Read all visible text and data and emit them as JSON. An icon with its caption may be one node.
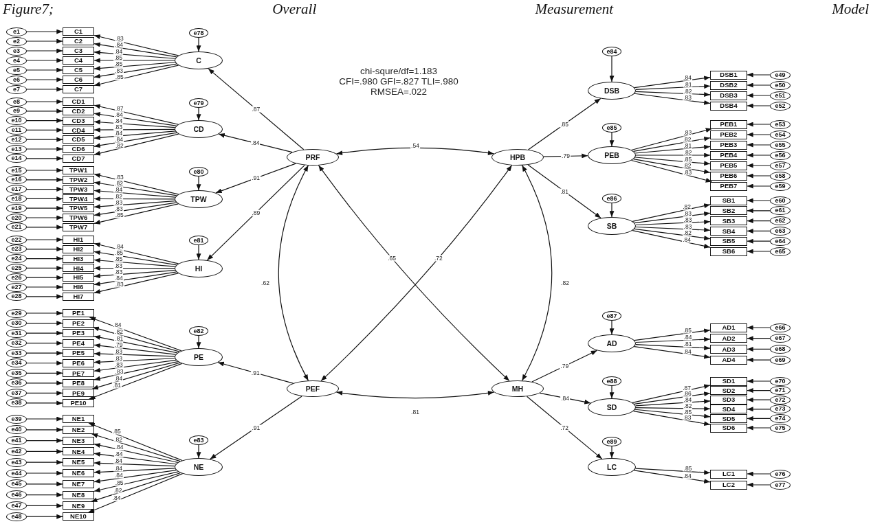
{
  "diagram": {
    "title": "Figure7; Overall Measurement Model",
    "nodes": [
      {
        "text": [
          "e1"
        ]
      },
      {
        "text": [
          "C1"
        ]
      },
      {
        "text": [
          "e2"
        ]
      },
      {
        "text": [
          "C2"
        ]
      },
      {
        "text": [
          "e3"
        ]
      },
      {
        "text": [
          "C3"
        ]
      },
      {
        "text": [
          "e4"
        ]
      },
      {
        "text": [
          "C4"
        ]
      },
      {
        "text": [
          "e5"
        ]
      },
      {
        "text": [
          "C5"
        ]
      },
      {
        "text": [
          "e6"
        ]
      },
      {
        "text": [
          "C6"
        ]
      },
      {
        "text": [
          "e7"
        ]
      },
      {
        "text": [
          "C7"
        ]
      },
      {
        "text": [
          "e8"
        ]
      },
      {
        "text": [
          "CD1"
        ]
      },
      {
        "text": [
          "e9"
        ]
      },
      {
        "text": [
          "CD2"
        ]
      },
      {
        "text": [
          "e10"
        ]
      },
      {
        "text": [
          "CD3"
        ]
      },
      {
        "text": [
          "e11"
        ]
      },
      {
        "text": [
          "CD4"
        ]
      },
      {
        "text": [
          "e12"
        ]
      },
      {
        "text": [
          "CD5"
        ]
      },
      {
        "text": [
          "e13"
        ]
      },
      {
        "text": [
          "CD6"
        ]
      },
      {
        "text": [
          "e14"
        ]
      },
      {
        "text": [
          "CD7"
        ]
      },
      {
        "text": [
          "e15"
        ]
      },
      {
        "text": [
          "TPW1"
        ]
      },
      {
        "text": [
          "e16"
        ]
      },
      {
        "text": [
          "TPW2"
        ]
      },
      {
        "text": [
          "e17"
        ]
      },
      {
        "text": [
          "TPW3"
        ]
      },
      {
        "text": [
          "e18"
        ]
      },
      {
        "text": [
          "TPW4"
        ]
      },
      {
        "text": [
          "e19"
        ]
      },
      {
        "text": [
          "TPW5"
        ]
      },
      {
        "text": [
          "e20"
        ]
      },
      {
        "text": [
          "TPW6"
        ]
      },
      {
        "text": [
          "e21"
        ]
      },
      {
        "text": [
          "TPW7"
        ]
      },
      {
        "text": [
          "e22"
        ]
      },
      {
        "text": [
          "HI1"
        ]
      },
      {
        "text": [
          "e23"
        ]
      },
      {
        "text": [
          "HI2"
        ]
      },
      {
        "text": [
          "e24"
        ]
      },
      {
        "text": [
          "HI3"
        ]
      },
      {
        "text": [
          "e25"
        ]
      },
      {
        "text": [
          "HI4"
        ]
      },
      {
        "text": [
          "e26"
        ]
      },
      {
        "text": [
          "HI5"
        ]
      },
      {
        "text": [
          "e27"
        ]
      },
      {
        "text": [
          "HI6"
        ]
      },
      {
        "text": [
          "e28"
        ]
      },
      {
        "text": [
          "HI7"
        ]
      },
      {
        "text": [
          "e29"
        ]
      },
      {
        "text": [
          "PE1"
        ]
      },
      {
        "text": [
          "e30"
        ]
      },
      {
        "text": [
          "PE2"
        ]
      },
      {
        "text": [
          "e31"
        ]
      },
      {
        "text": [
          "PE3"
        ]
      },
      {
        "text": [
          "e32"
        ]
      },
      {
        "text": [
          "PE4"
        ]
      },
      {
        "text": [
          "e33"
        ]
      },
      {
        "text": [
          "PE5"
        ]
      },
      {
        "text": [
          "e34"
        ]
      },
      {
        "text": [
          "PE6"
        ]
      },
      {
        "text": [
          "e35"
        ]
      },
      {
        "text": [
          "PE7"
        ]
      },
      {
        "text": [
          "e36"
        ]
      },
      {
        "text": [
          "PE8"
        ]
      },
      {
        "text": [
          "e37"
        ]
      },
      {
        "text": [
          "PE9"
        ]
      },
      {
        "text": [
          "e38"
        ]
      },
      {
        "text": [
          "PE10"
        ]
      },
      {
        "text": [
          "e39"
        ]
      },
      {
        "text": [
          "NE1"
        ]
      },
      {
        "text": [
          "e40"
        ]
      },
      {
        "text": [
          "NE2"
        ]
      },
      {
        "text": [
          "e41"
        ]
      },
      {
        "text": [
          "NE3"
        ]
      },
      {
        "text": [
          "e42"
        ]
      },
      {
        "text": [
          "NE4"
        ]
      },
      {
        "text": [
          "e43"
        ]
      },
      {
        "text": [
          "NE5"
        ]
      },
      {
        "text": [
          "e44"
        ]
      },
      {
        "text": [
          "NE6"
        ]
      },
      {
        "text": [
          "e45"
        ]
      },
      {
        "text": [
          "NE7"
        ]
      },
      {
        "text": [
          "e46"
        ]
      },
      {
        "text": [
          "NE8"
        ]
      },
      {
        "text": [
          "e47"
        ]
      },
      {
        "text": [
          "NE9"
        ]
      },
      {
        "text": [
          "e48"
        ]
      },
      {
        "text": [
          "NE10"
        ]
      },
      {
        "text": [
          "e78"
        ]
      },
      {
        "text": [
          "C"
        ]
      },
      {
        "text": [
          "e79"
        ]
      },
      {
        "text": [
          "CD"
        ]
      },
      {
        "text": [
          "e80"
        ]
      },
      {
        "text": [
          "TPW"
        ]
      },
      {
        "text": [
          "e81"
        ]
      },
      {
        "text": [
          "HI"
        ]
      },
      {
        "text": [
          "e82"
        ]
      },
      {
        "text": [
          "PE"
        ]
      },
      {
        "text": [
          "e83"
        ]
      },
      {
        "text": [
          "NE"
        ]
      },
      {
        "text": [
          "PRF"
        ]
      },
      {
        "text": [
          "HPB"
        ]
      },
      {
        "text": [
          "PEF"
        ]
      },
      {
        "text": [
          "MH"
        ]
      },
      {
        "text": [
          "e84"
        ]
      },
      {
        "text": [
          "DSB"
        ]
      },
      {
        "text": [
          "e85"
        ]
      },
      {
        "text": [
          "PEB"
        ]
      },
      {
        "text": [
          "e86"
        ]
      },
      {
        "text": [
          "SB"
        ]
      },
      {
        "text": [
          "e87"
        ]
      },
      {
        "text": [
          "AD"
        ]
      },
      {
        "text": [
          "e88"
        ]
      },
      {
        "text": [
          "SD"
        ]
      },
      {
        "text": [
          "e89"
        ]
      },
      {
        "text": [
          "LC"
        ]
      },
      {
        "text": [
          "DSB1"
        ]
      },
      {
        "text": [
          "e49"
        ]
      },
      {
        "text": [
          "DSB2"
        ]
      },
      {
        "text": [
          "e50"
        ]
      },
      {
        "text": [
          "DSB3"
        ]
      },
      {
        "text": [
          "e51"
        ]
      },
      {
        "text": [
          "DSB4"
        ]
      },
      {
        "text": [
          "e52"
        ]
      },
      {
        "text": [
          "PEB1"
        ]
      },
      {
        "text": [
          "e53"
        ]
      },
      {
        "text": [
          "PEB2"
        ]
      },
      {
        "text": [
          "e54"
        ]
      },
      {
        "text": [
          "PEB3"
        ]
      },
      {
        "text": [
          "e55"
        ]
      },
      {
        "text": [
          "PEB4"
        ]
      },
      {
        "text": [
          "e56"
        ]
      },
      {
        "text": [
          "PEB5"
        ]
      },
      {
        "text": [
          "e57"
        ]
      },
      {
        "text": [
          "PEB6"
        ]
      },
      {
        "text": [
          "e58"
        ]
      },
      {
        "text": [
          "PEB7"
        ]
      },
      {
        "text": [
          "e59"
        ]
      },
      {
        "text": [
          "SB1"
        ]
      },
      {
        "text": [
          "e60"
        ]
      },
      {
        "text": [
          "SB2"
        ]
      },
      {
        "text": [
          "e61"
        ]
      },
      {
        "text": [
          "SB3"
        ]
      },
      {
        "text": [
          "e62"
        ]
      },
      {
        "text": [
          "SB4"
        ]
      },
      {
        "text": [
          "e63"
        ]
      },
      {
        "text": [
          "SB5"
        ]
      },
      {
        "text": [
          "e64"
        ]
      },
      {
        "text": [
          "SB6"
        ]
      },
      {
        "text": [
          "e65"
        ]
      },
      {
        "text": [
          "AD1"
        ]
      },
      {
        "text": [
          "e66"
        ]
      },
      {
        "text": [
          "AD2"
        ]
      },
      {
        "text": [
          "e67"
        ]
      },
      {
        "text": [
          "AD3"
        ]
      },
      {
        "text": [
          "e68"
        ]
      },
      {
        "text": [
          "AD4"
        ]
      },
      {
        "text": [
          "e69"
        ]
      },
      {
        "text": [
          "SD1"
        ]
      },
      {
        "text": [
          "e70"
        ]
      },
      {
        "text": [
          "SD2"
        ]
      },
      {
        "text": [
          "e71"
        ]
      },
      {
        "text": [
          "SD3"
        ]
      },
      {
        "text": [
          "e72"
        ]
      },
      {
        "text": [
          "SD4"
        ]
      },
      {
        "text": [
          "e73"
        ]
      },
      {
        "text": [
          "SD5"
        ]
      },
      {
        "text": [
          "e74"
        ]
      },
      {
        "text": [
          "SD6"
        ]
      },
      {
        "text": [
          "e75"
        ]
      },
      {
        "text": [
          "LC1"
        ]
      },
      {
        "text": [
          "e76"
        ]
      },
      {
        "text": [
          "LC2"
        ]
      },
      {
        "text": [
          "e77"
        ]
      }
    ],
    "edges": [
      {
        "from": 0,
        "to": 1,
        "arrow": "to"
      },
      {
        "from": 97,
        "to": 1,
        "arrow": "to",
        "label": ".83"
      },
      {
        "from": 2,
        "to": 3,
        "arrow": "to"
      },
      {
        "from": 97,
        "to": 3,
        "arrow": "to",
        "label": ".84"
      },
      {
        "from": 4,
        "to": 5,
        "arrow": "to"
      },
      {
        "from": 97,
        "to": 5,
        "arrow": "to",
        "label": ".84"
      },
      {
        "from": 6,
        "to": 7,
        "arrow": "to"
      },
      {
        "from": 97,
        "to": 7,
        "arrow": "to",
        "label": ".85"
      },
      {
        "from": 8,
        "to": 9,
        "arrow": "to"
      },
      {
        "from": 97,
        "to": 9,
        "arrow": "to",
        "label": ".85"
      },
      {
        "from": 10,
        "to": 11,
        "arrow": "to"
      },
      {
        "from": 97,
        "to": 11,
        "arrow": "to",
        "label": ".83"
      },
      {
        "from": 12,
        "to": 13,
        "arrow": "to"
      },
      {
        "from": 97,
        "to": 13,
        "arrow": "to",
        "label": ".85"
      },
      {
        "from": 14,
        "to": 15,
        "arrow": "to"
      },
      {
        "from": 99,
        "to": 15,
        "arrow": "to",
        "label": ".87"
      },
      {
        "from": 16,
        "to": 17,
        "arrow": "to"
      },
      {
        "from": 99,
        "to": 17,
        "arrow": "to",
        "label": ".84"
      },
      {
        "from": 18,
        "to": 19,
        "arrow": "to"
      },
      {
        "from": 99,
        "to": 19,
        "arrow": "to",
        "label": ".84"
      },
      {
        "from": 20,
        "to": 21,
        "arrow": "to"
      },
      {
        "from": 99,
        "to": 21,
        "arrow": "to",
        "label": ".83"
      },
      {
        "from": 22,
        "to": 23,
        "arrow": "to"
      },
      {
        "from": 99,
        "to": 23,
        "arrow": "to",
        "label": ".84"
      },
      {
        "from": 24,
        "to": 25,
        "arrow": "to"
      },
      {
        "from": 99,
        "to": 25,
        "arrow": "to",
        "label": ".84"
      },
      {
        "from": 26,
        "to": 27,
        "arrow": "to"
      },
      {
        "from": 99,
        "to": 27,
        "arrow": "to",
        "label": ".82"
      },
      {
        "from": 28,
        "to": 29,
        "arrow": "to"
      },
      {
        "from": 101,
        "to": 29,
        "arrow": "to",
        "label": ".83"
      },
      {
        "from": 30,
        "to": 31,
        "arrow": "to"
      },
      {
        "from": 101,
        "to": 31,
        "arrow": "to",
        "label": ".82"
      },
      {
        "from": 32,
        "to": 33,
        "arrow": "to"
      },
      {
        "from": 101,
        "to": 33,
        "arrow": "to",
        "label": ".84"
      },
      {
        "from": 34,
        "to": 35,
        "arrow": "to"
      },
      {
        "from": 101,
        "to": 35,
        "arrow": "to",
        "label": ".82"
      },
      {
        "from": 36,
        "to": 37,
        "arrow": "to"
      },
      {
        "from": 101,
        "to": 37,
        "arrow": "to",
        "label": ".83"
      },
      {
        "from": 38,
        "to": 39,
        "arrow": "to"
      },
      {
        "from": 101,
        "to": 39,
        "arrow": "to",
        "label": ".83"
      },
      {
        "from": 40,
        "to": 41,
        "arrow": "to"
      },
      {
        "from": 101,
        "to": 41,
        "arrow": "to",
        "label": ".85"
      },
      {
        "from": 42,
        "to": 43,
        "arrow": "to"
      },
      {
        "from": 103,
        "to": 43,
        "arrow": "to",
        "label": ".84"
      },
      {
        "from": 44,
        "to": 45,
        "arrow": "to"
      },
      {
        "from": 103,
        "to": 45,
        "arrow": "to",
        "label": ".85"
      },
      {
        "from": 46,
        "to": 47,
        "arrow": "to"
      },
      {
        "from": 103,
        "to": 47,
        "arrow": "to",
        "label": ".85"
      },
      {
        "from": 48,
        "to": 49,
        "arrow": "to"
      },
      {
        "from": 103,
        "to": 49,
        "arrow": "to",
        "label": ".83"
      },
      {
        "from": 50,
        "to": 51,
        "arrow": "to"
      },
      {
        "from": 103,
        "to": 51,
        "arrow": "to",
        "label": ".83"
      },
      {
        "from": 52,
        "to": 53,
        "arrow": "to"
      },
      {
        "from": 103,
        "to": 53,
        "arrow": "to",
        "label": ".84"
      },
      {
        "from": 54,
        "to": 55,
        "arrow": "to"
      },
      {
        "from": 103,
        "to": 55,
        "arrow": "to",
        "label": ".83"
      },
      {
        "from": 56,
        "to": 57,
        "arrow": "to"
      },
      {
        "from": 105,
        "to": 57,
        "arrow": "to",
        "label": ".84"
      },
      {
        "from": 58,
        "to": 59,
        "arrow": "to"
      },
      {
        "from": 105,
        "to": 59,
        "arrow": "to",
        "label": ".82"
      },
      {
        "from": 60,
        "to": 61,
        "arrow": "to"
      },
      {
        "from": 105,
        "to": 61,
        "arrow": "to",
        "label": ".81"
      },
      {
        "from": 62,
        "to": 63,
        "arrow": "to"
      },
      {
        "from": 105,
        "to": 63,
        "arrow": "to",
        "label": ".79"
      },
      {
        "from": 64,
        "to": 65,
        "arrow": "to"
      },
      {
        "from": 105,
        "to": 65,
        "arrow": "to",
        "label": ".83"
      },
      {
        "from": 66,
        "to": 67,
        "arrow": "to"
      },
      {
        "from": 105,
        "to": 67,
        "arrow": "to",
        "label": ".83"
      },
      {
        "from": 68,
        "to": 69,
        "arrow": "to"
      },
      {
        "from": 105,
        "to": 69,
        "arrow": "to",
        "label": ".83"
      },
      {
        "from": 70,
        "to": 71,
        "arrow": "to"
      },
      {
        "from": 105,
        "to": 71,
        "arrow": "to",
        "label": ".83"
      },
      {
        "from": 72,
        "to": 73,
        "arrow": "to"
      },
      {
        "from": 105,
        "to": 73,
        "arrow": "to",
        "label": ".84"
      },
      {
        "from": 74,
        "to": 75,
        "arrow": "to"
      },
      {
        "from": 105,
        "to": 75,
        "arrow": "to",
        "label": ".81"
      },
      {
        "from": 76,
        "to": 77,
        "arrow": "to"
      },
      {
        "from": 107,
        "to": 77,
        "arrow": "to",
        "label": ".85"
      },
      {
        "from": 78,
        "to": 79,
        "arrow": "to"
      },
      {
        "from": 107,
        "to": 79,
        "arrow": "to",
        "label": ".82"
      },
      {
        "from": 80,
        "to": 81,
        "arrow": "to"
      },
      {
        "from": 107,
        "to": 81,
        "arrow": "to",
        "label": ".84"
      },
      {
        "from": 82,
        "to": 83,
        "arrow": "to"
      },
      {
        "from": 107,
        "to": 83,
        "arrow": "to",
        "label": ".84"
      },
      {
        "from": 84,
        "to": 85,
        "arrow": "to"
      },
      {
        "from": 107,
        "to": 85,
        "arrow": "to",
        "label": ".84"
      },
      {
        "from": 86,
        "to": 87,
        "arrow": "to"
      },
      {
        "from": 107,
        "to": 87,
        "arrow": "to",
        "label": ".84"
      },
      {
        "from": 88,
        "to": 89,
        "arrow": "to"
      },
      {
        "from": 107,
        "to": 89,
        "arrow": "to",
        "label": ".84"
      },
      {
        "from": 90,
        "to": 91,
        "arrow": "to"
      },
      {
        "from": 107,
        "to": 91,
        "arrow": "to",
        "label": ".85"
      },
      {
        "from": 92,
        "to": 93,
        "arrow": "to"
      },
      {
        "from": 107,
        "to": 93,
        "arrow": "to",
        "label": ".82"
      },
      {
        "from": 94,
        "to": 95,
        "arrow": "to"
      },
      {
        "from": 107,
        "to": 95,
        "arrow": "to",
        "label": ".84"
      },
      {
        "from": 96,
        "to": 97,
        "arrow": "to"
      },
      {
        "from": 98,
        "to": 99,
        "arrow": "to"
      },
      {
        "from": 100,
        "to": 101,
        "arrow": "to"
      },
      {
        "from": 102,
        "to": 103,
        "arrow": "to"
      },
      {
        "from": 104,
        "to": 105,
        "arrow": "to"
      },
      {
        "from": 106,
        "to": 107,
        "arrow": "to"
      },
      {
        "from": 108,
        "to": 97,
        "arrow": "to",
        "label": ".87"
      },
      {
        "from": 108,
        "to": 99,
        "arrow": "to",
        "label": ".84"
      },
      {
        "from": 108,
        "to": 101,
        "arrow": "to",
        "label": ".91"
      },
      {
        "from": 108,
        "to": 103,
        "arrow": "to",
        "label": ".89"
      },
      {
        "from": 110,
        "to": 105,
        "arrow": "to",
        "label": ".91"
      },
      {
        "from": 110,
        "to": 107,
        "arrow": "to",
        "label": ".91"
      },
      {
        "from": 108,
        "to": 109,
        "arrow": "both",
        "label": ".54"
      },
      {
        "from": 108,
        "to": 110,
        "arrow": "both",
        "label": ".62"
      },
      {
        "from": 108,
        "to": 111,
        "arrow": "both",
        "label": ".65"
      },
      {
        "from": 109,
        "to": 110,
        "arrow": "both",
        "label": ".72"
      },
      {
        "from": 109,
        "to": 111,
        "arrow": "both",
        "label": ".82"
      },
      {
        "from": 110,
        "to": 111,
        "arrow": "both",
        "label": ".81"
      },
      {
        "from": 109,
        "to": 113,
        "arrow": "to",
        "label": ".85"
      },
      {
        "from": 109,
        "to": 115,
        "arrow": "to",
        "label": ".79"
      },
      {
        "from": 109,
        "to": 117,
        "arrow": "to",
        "label": ".81"
      },
      {
        "from": 111,
        "to": 119,
        "arrow": "to",
        "label": ".79"
      },
      {
        "from": 111,
        "to": 121,
        "arrow": "to",
        "label": ".84"
      },
      {
        "from": 111,
        "to": 123,
        "arrow": "to",
        "label": ".72"
      },
      {
        "from": 112,
        "to": 113,
        "arrow": "to"
      },
      {
        "from": 114,
        "to": 115,
        "arrow": "to"
      },
      {
        "from": 116,
        "to": 117,
        "arrow": "to"
      },
      {
        "from": 118,
        "to": 119,
        "arrow": "to"
      },
      {
        "from": 120,
        "to": 121,
        "arrow": "to"
      },
      {
        "from": 122,
        "to": 123,
        "arrow": "to"
      },
      {
        "from": 113,
        "to": 124,
        "arrow": "to",
        "label": ".84"
      },
      {
        "from": 125,
        "to": 124,
        "arrow": "to"
      },
      {
        "from": 113,
        "to": 126,
        "arrow": "to",
        "label": ".81"
      },
      {
        "from": 127,
        "to": 126,
        "arrow": "to"
      },
      {
        "from": 113,
        "to": 128,
        "arrow": "to",
        "label": ".82"
      },
      {
        "from": 129,
        "to": 128,
        "arrow": "to"
      },
      {
        "from": 113,
        "to": 130,
        "arrow": "to",
        "label": ".83"
      },
      {
        "from": 131,
        "to": 130,
        "arrow": "to"
      },
      {
        "from": 115,
        "to": 132,
        "arrow": "to",
        "label": ".83"
      },
      {
        "from": 133,
        "to": 132,
        "arrow": "to"
      },
      {
        "from": 115,
        "to": 134,
        "arrow": "to",
        "label": ".82"
      },
      {
        "from": 135,
        "to": 134,
        "arrow": "to"
      },
      {
        "from": 115,
        "to": 136,
        "arrow": "to",
        "label": ".81"
      },
      {
        "from": 137,
        "to": 136,
        "arrow": "to"
      },
      {
        "from": 115,
        "to": 138,
        "arrow": "to",
        "label": ".82"
      },
      {
        "from": 139,
        "to": 138,
        "arrow": "to"
      },
      {
        "from": 115,
        "to": 140,
        "arrow": "to",
        "label": ".85"
      },
      {
        "from": 141,
        "to": 140,
        "arrow": "to"
      },
      {
        "from": 115,
        "to": 142,
        "arrow": "to",
        "label": ".82"
      },
      {
        "from": 143,
        "to": 142,
        "arrow": "to"
      },
      {
        "from": 115,
        "to": 144,
        "arrow": "to",
        "label": ".83"
      },
      {
        "from": 145,
        "to": 144,
        "arrow": "to"
      },
      {
        "from": 117,
        "to": 146,
        "arrow": "to",
        "label": ".82"
      },
      {
        "from": 147,
        "to": 146,
        "arrow": "to"
      },
      {
        "from": 117,
        "to": 148,
        "arrow": "to",
        "label": ".83"
      },
      {
        "from": 149,
        "to": 148,
        "arrow": "to"
      },
      {
        "from": 117,
        "to": 150,
        "arrow": "to",
        "label": ".83"
      },
      {
        "from": 151,
        "to": 150,
        "arrow": "to"
      },
      {
        "from": 117,
        "to": 152,
        "arrow": "to",
        "label": ".83"
      },
      {
        "from": 153,
        "to": 152,
        "arrow": "to"
      },
      {
        "from": 117,
        "to": 154,
        "arrow": "to",
        "label": ".82"
      },
      {
        "from": 155,
        "to": 154,
        "arrow": "to"
      },
      {
        "from": 117,
        "to": 156,
        "arrow": "to",
        "label": ".84"
      },
      {
        "from": 157,
        "to": 156,
        "arrow": "to"
      },
      {
        "from": 119,
        "to": 158,
        "arrow": "to",
        "label": ".85"
      },
      {
        "from": 159,
        "to": 158,
        "arrow": "to"
      },
      {
        "from": 119,
        "to": 160,
        "arrow": "to",
        "label": ".84"
      },
      {
        "from": 161,
        "to": 160,
        "arrow": "to"
      },
      {
        "from": 119,
        "to": 162,
        "arrow": "to",
        "label": ".81"
      },
      {
        "from": 163,
        "to": 162,
        "arrow": "to"
      },
      {
        "from": 119,
        "to": 164,
        "arrow": "to",
        "label": ".84"
      },
      {
        "from": 165,
        "to": 164,
        "arrow": "to"
      },
      {
        "from": 121,
        "to": 166,
        "arrow": "to",
        "label": ".87"
      },
      {
        "from": 167,
        "to": 166,
        "arrow": "to"
      },
      {
        "from": 121,
        "to": 168,
        "arrow": "to",
        "label": ".86"
      },
      {
        "from": 169,
        "to": 168,
        "arrow": "to"
      },
      {
        "from": 121,
        "to": 170,
        "arrow": "to",
        "label": ".84"
      },
      {
        "from": 171,
        "to": 170,
        "arrow": "to"
      },
      {
        "from": 121,
        "to": 172,
        "arrow": "to",
        "label": ".82"
      },
      {
        "from": 173,
        "to": 172,
        "arrow": "to"
      },
      {
        "from": 121,
        "to": 174,
        "arrow": "to",
        "label": ".85"
      },
      {
        "from": 175,
        "to": 174,
        "arrow": "to"
      },
      {
        "from": 121,
        "to": 176,
        "arrow": "to",
        "label": ".83"
      },
      {
        "from": 177,
        "to": 176,
        "arrow": "to"
      },
      {
        "from": 123,
        "to": 178,
        "arrow": "to",
        "label": ".85"
      },
      {
        "from": 179,
        "to": 178,
        "arrow": "to"
      },
      {
        "from": 123,
        "to": 180,
        "arrow": "to",
        "label": ".84"
      },
      {
        "from": 181,
        "to": 180,
        "arrow": "to"
      }
    ],
    "labels": [
      "chi-squre/df=1.183",
      "CFI=.980 GFI=.827 TLI=.980",
      "RMSEA=.022"
    ]
  }
}
